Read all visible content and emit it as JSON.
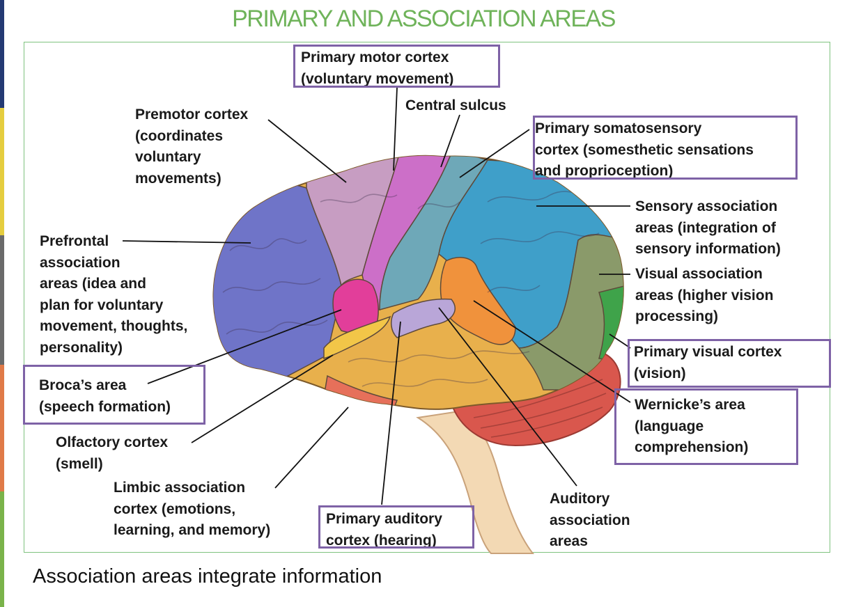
{
  "title": "PRIMARY AND ASSOCIATION AREAS",
  "caption": "Association areas integrate information",
  "colors": {
    "title": "#6fb35a",
    "box_border": "#7e62a6",
    "frame_border": "#7ec27e",
    "stripes": [
      "#243a73",
      "#e5cd3f",
      "#6a6a6a",
      "#e07a48",
      "#7ab34a"
    ]
  },
  "labels": {
    "primary_motor": "Primary motor cortex\n(voluntary movement)",
    "central_sulcus": "Central sulcus",
    "premotor": "Premotor cortex\n(coordinates\nvoluntary\nmovements)",
    "primary_somatosensory": "Primary somatosensory\ncortex (somesthetic sensations\nand proprioception)",
    "sensory_association": "Sensory association\nareas (integration of\nsensory information)",
    "prefrontal": "Prefrontal\nassociation\nareas (idea and\nplan for voluntary\nmovement, thoughts,\npersonality)",
    "visual_association": "Visual association\nareas (higher vision\nprocessing)",
    "primary_visual": "Primary visual cortex\n(vision)",
    "broca": "Broca’s area\n(speech formation)",
    "wernicke": "Wernicke’s area\n(language\ncomprehension)",
    "olfactory": "Olfactory cortex\n(smell)",
    "limbic": "Limbic association\ncortex (emotions,\nlearning, and memory)",
    "primary_auditory": "Primary auditory\ncortex (hearing)",
    "auditory_association": "Auditory\nassociation\nareas"
  }
}
